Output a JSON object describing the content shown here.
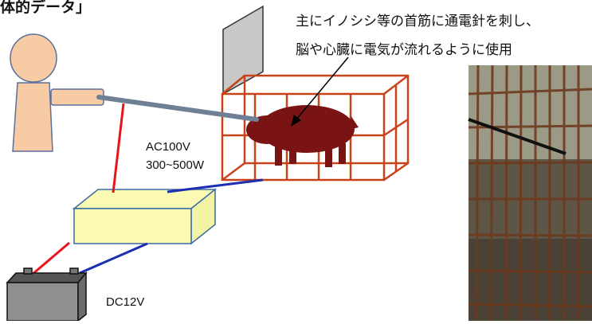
{
  "title": "体的データ」",
  "note": {
    "line1": "主にイノシシ等の首筋に通電針を刺し、",
    "line2": "脳や心臓に電気が流れるように使用"
  },
  "labels": {
    "ac_voltage": "AC100V",
    "ac_power": "300~500W",
    "dc_voltage": "DC12V"
  },
  "colors": {
    "person": "#f7cba4",
    "person_outline": "#5a6f99",
    "rod": "#6f7f95",
    "cage": "#c8431a",
    "boar": "#7a1414",
    "panel": "#c8c8c8",
    "unit": "#fafab4",
    "battery": "#8f8f8f",
    "wire_red": "#e8131b",
    "wire_blue": "#1a2fb0"
  },
  "icons": {
    "person": "person-icon",
    "boar": "boar-icon",
    "cage": "cage-icon",
    "battery": "battery-icon",
    "transformer": "transformer-box",
    "photo": "trap-cage-photo"
  }
}
